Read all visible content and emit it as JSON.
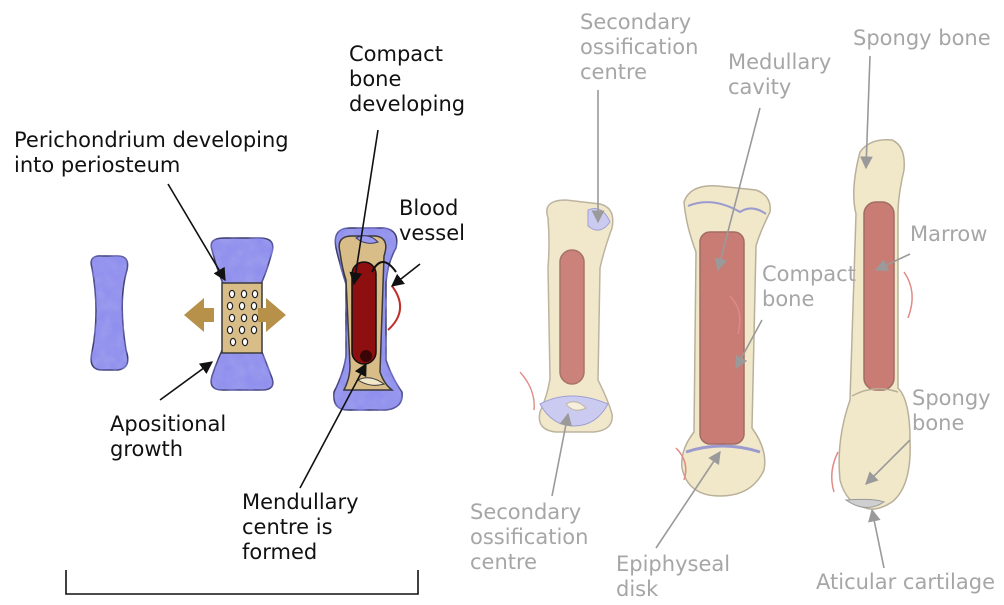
{
  "labels": {
    "perichondrium": [
      "Perichondrium developing",
      "into periosteum"
    ],
    "compact_developing": [
      "Compact",
      "bone",
      "developing"
    ],
    "blood_vessel": [
      "Blood",
      "vessel"
    ],
    "appositional": [
      "Apositional",
      "growth"
    ],
    "medullary_centre": [
      "Mendullary",
      "centre is",
      "formed"
    ],
    "secondary_top": [
      "Secondary",
      "ossification",
      "centre"
    ],
    "medullary_cavity": [
      "Medullary",
      "cavity"
    ],
    "spongy_top": "Spongy bone",
    "marrow": "Marrow",
    "compact_bone": [
      "Compact",
      "bone"
    ],
    "spongy_right": [
      "Spongy",
      "bone"
    ],
    "secondary_bottom": [
      "Secondary",
      "ossification",
      "centre"
    ],
    "epiphyseal": [
      "Epiphyseal",
      "disk"
    ],
    "articular": "Aticular cartilage"
  },
  "colors": {
    "dark_text": "#111111",
    "light_text": "#a6a6a6",
    "cartilage": "#9999ee",
    "bone": "#d9bd88",
    "bone_faded": "#f1e7c9",
    "marrow": "#8e0f0f",
    "marrow_faded": "#c87c74",
    "arrow": "#b7914a",
    "vessel": "#c0302a"
  }
}
